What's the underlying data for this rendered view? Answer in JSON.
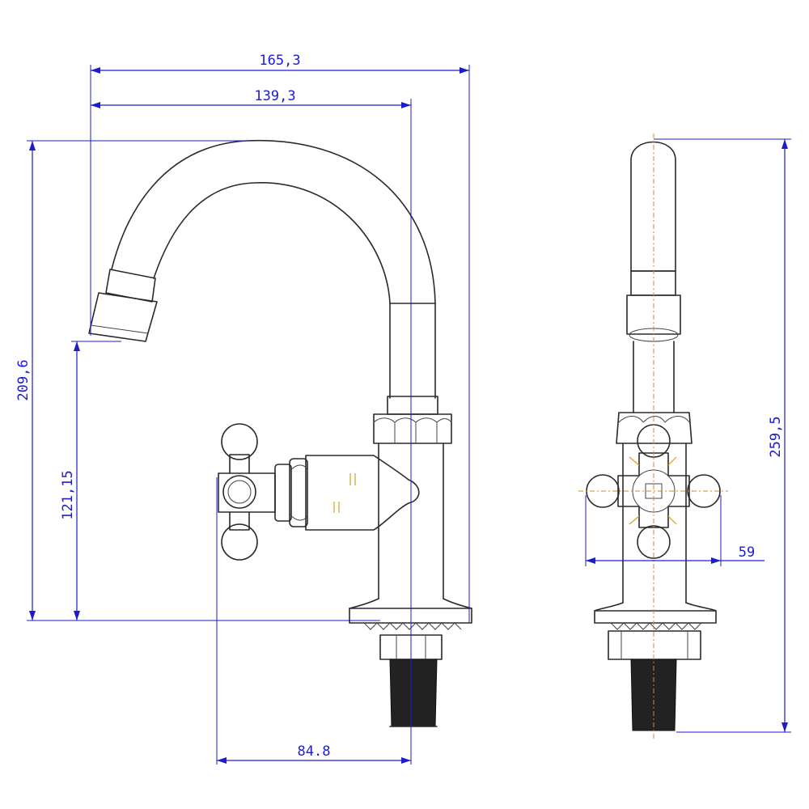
{
  "dimensions": {
    "overall_width": "165,3",
    "spout_reach": "139,3",
    "overall_height": "209,6",
    "spout_height": "121,15",
    "handle_offset": "84.8",
    "handle_width": "59",
    "side_height": "259,5"
  }
}
